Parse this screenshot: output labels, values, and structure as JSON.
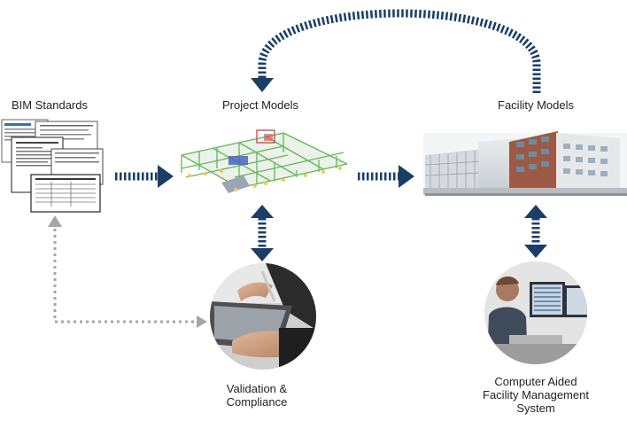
{
  "nodes": {
    "bim_standards": {
      "label": "BIM Standards"
    },
    "project_models": {
      "label": "Project Models"
    },
    "facility_models": {
      "label": "Facility Models"
    },
    "validation": {
      "label_lines": [
        "Validation &",
        "Compliance"
      ]
    },
    "cafm": {
      "label_lines": [
        "Computer Aided",
        "Facility Management",
        "System"
      ]
    }
  },
  "colors": {
    "arrow": "#1b3e66",
    "dotted": "#a6a6a6",
    "label": "#222222"
  },
  "icons": {
    "bim_standards": "document-stack-icon",
    "project_models": "steel-frame-model-icon",
    "facility_models": "building-render-icon",
    "validation": "tablet-pen-photo-icon",
    "cafm": "computer-operator-photo-icon"
  }
}
